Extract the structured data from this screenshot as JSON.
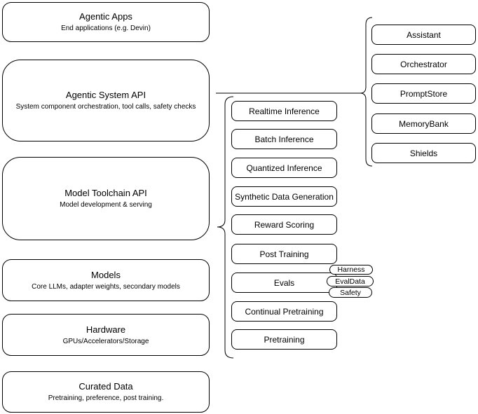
{
  "diagram": {
    "left_stack": [
      {
        "title": "Agentic Apps",
        "subtitle": "End applications (e.g. Devin)"
      },
      {
        "title": "Agentic System API",
        "subtitle": "System component orchestration, tool calls, safety checks"
      },
      {
        "title": "Model Toolchain API",
        "subtitle": "Model development & serving"
      },
      {
        "title": "Models",
        "subtitle": "Core LLMs, adapter weights, secondary models"
      },
      {
        "title": "Hardware",
        "subtitle": "GPUs/Accelerators/Storage"
      },
      {
        "title": "Curated Data",
        "subtitle": "Pretraining, preference, post training."
      }
    ],
    "toolchain_components": [
      "Realtime Inference",
      "Batch Inference",
      "Quantized Inference",
      "Synthetic Data Generation",
      "Reward Scoring",
      "Post Training",
      "Evals",
      "Continual Pretraining",
      "Pretraining"
    ],
    "evals_tags": [
      "Harness",
      "EvalData",
      "Safety"
    ],
    "system_components": [
      "Assistant",
      "Orchestrator",
      "PromptStore",
      "MemoryBank",
      "Shields"
    ],
    "colors": {
      "stroke": "#000000",
      "fill": "#ffffff",
      "text": "#000000",
      "background": "#ffffff"
    }
  }
}
